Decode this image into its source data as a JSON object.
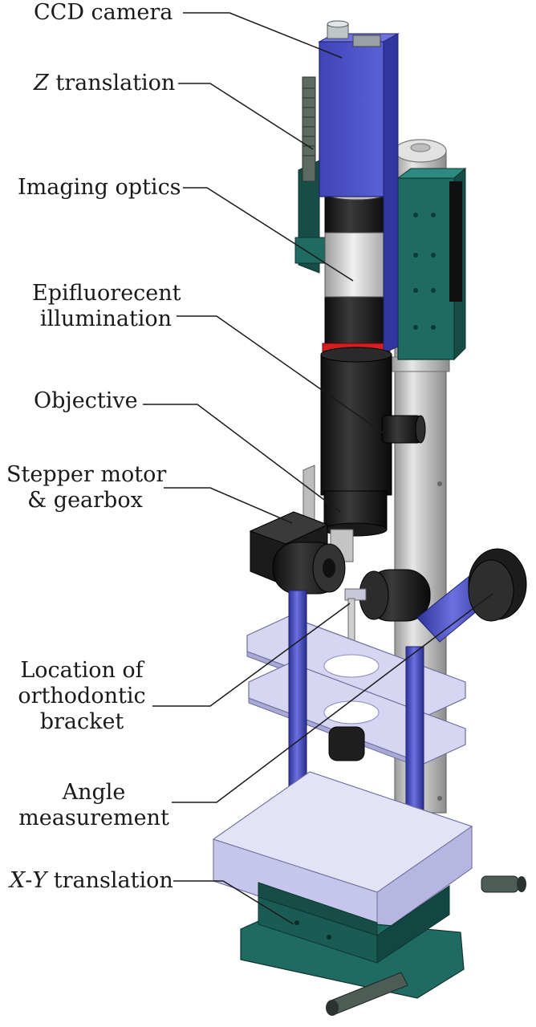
{
  "labels": {
    "ccd_camera": "CCD camera",
    "z_translation_axis": "Z",
    "z_translation_text": "translation",
    "imaging_optics": "Imaging optics",
    "epifluorescent_1": "Epifluorecent",
    "epifluorescent_2": "illumination",
    "objective": "Objective",
    "stepper_1": "Stepper motor",
    "stepper_2": "& gearbox",
    "location_1": "Location of",
    "location_2": "orthodontic",
    "location_3": "bracket",
    "angle_1": "Angle",
    "angle_2": "measurement",
    "xy_axis_x": "X",
    "xy_dash": "-",
    "xy_axis_y": "Y",
    "xy_text": "translation"
  },
  "colors": {
    "camera_blue": "#4a4fc4",
    "stage_teal": "#1f6b62",
    "plate_lavender": "#d6d6f2",
    "rod_blue": "#4b52c6",
    "optics_black": "#1c1c1c",
    "optics_silver": "#d2d2d2",
    "ring_red": "#d22020",
    "pillar_grey": "#c9c9c9"
  }
}
